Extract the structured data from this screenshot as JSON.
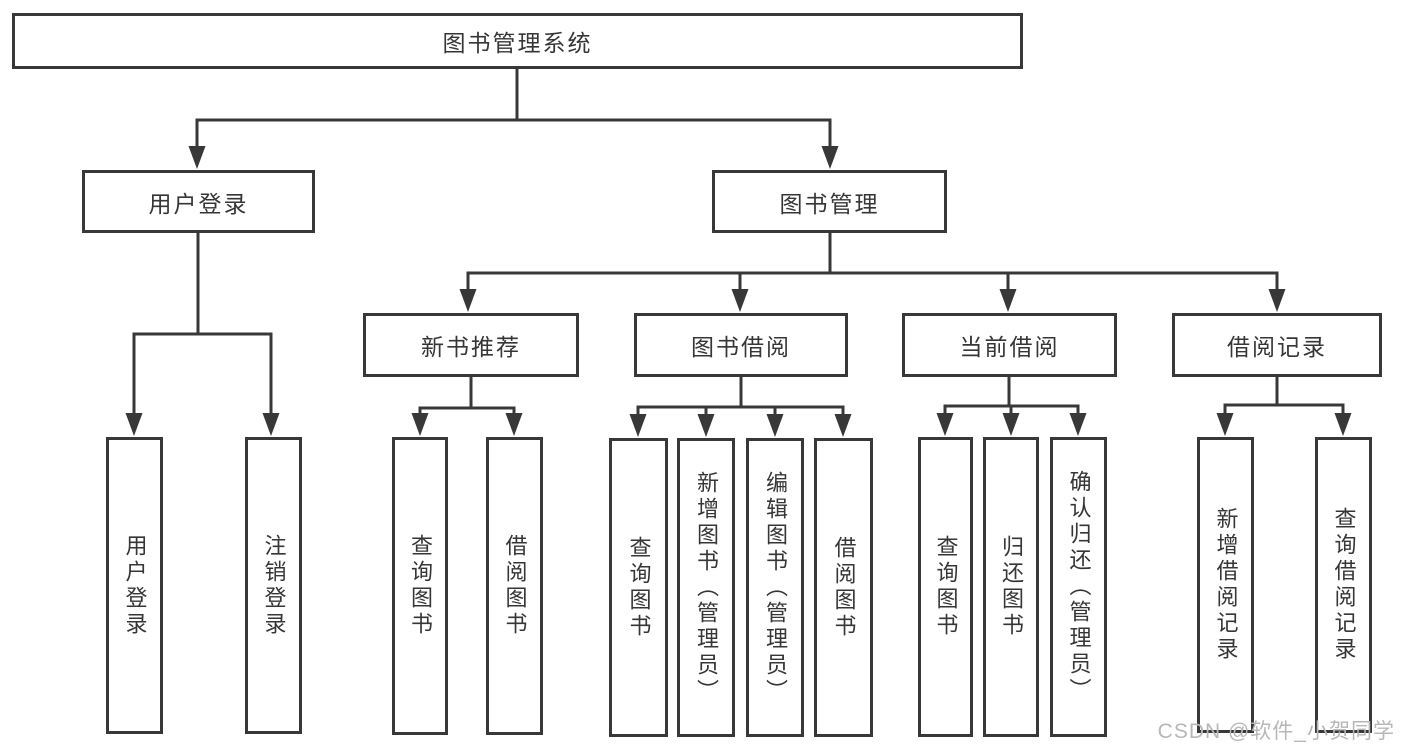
{
  "tree": {
    "label": "图书管理系统",
    "children": [
      {
        "label": "用户登录",
        "children": [
          {
            "label": "用户登录"
          },
          {
            "label": "注销登录"
          }
        ]
      },
      {
        "label": "图书管理",
        "children": [
          {
            "label": "新书推荐",
            "children": [
              {
                "label": "查询图书"
              },
              {
                "label": "借阅图书"
              }
            ]
          },
          {
            "label": "图书借阅",
            "children": [
              {
                "label": "查询图书"
              },
              {
                "label": "新增图书（管理员）"
              },
              {
                "label": "编辑图书（管理员）"
              },
              {
                "label": "借阅图书"
              }
            ]
          },
          {
            "label": "当前借阅",
            "children": [
              {
                "label": "查询图书"
              },
              {
                "label": "归还图书"
              },
              {
                "label": "确认归还（管理员）"
              }
            ]
          },
          {
            "label": "借阅记录",
            "children": [
              {
                "label": "新增借阅记录"
              },
              {
                "label": "查询借阅记录"
              }
            ]
          }
        ]
      }
    ]
  },
  "watermark": {
    "text": "CSDN @软件_小贺同学"
  },
  "colors": {
    "line": "#383838",
    "text": "#363636",
    "background": "#ffffff",
    "watermark": "#b7b7b7"
  }
}
